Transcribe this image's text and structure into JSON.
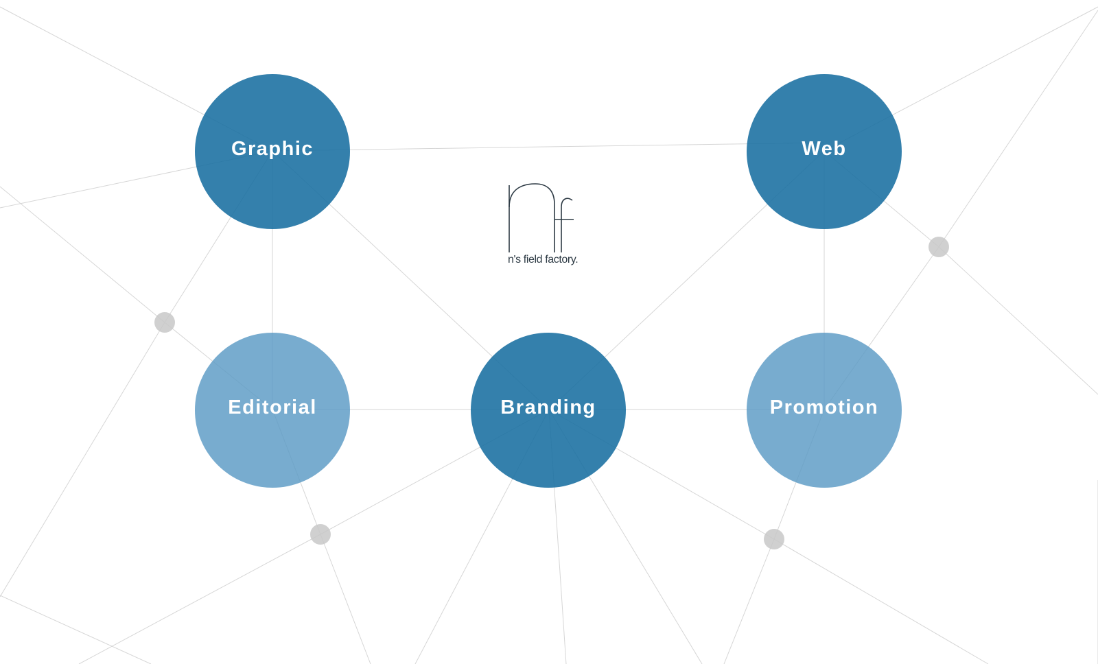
{
  "brand": {
    "name": "n's field factory."
  },
  "colors": {
    "dark_circle": "#1f73a6",
    "light_circle": "#6aa5cc",
    "line": "#d6d6d6",
    "dot": "#c8c8c8",
    "logo": "#2d3a44"
  },
  "nav": {
    "items": [
      {
        "id": "graphic",
        "label": "Graphic",
        "style": "dark"
      },
      {
        "id": "web",
        "label": "Web",
        "style": "dark"
      },
      {
        "id": "editorial",
        "label": "Editorial",
        "style": "light"
      },
      {
        "id": "branding",
        "label": "Branding",
        "style": "dark"
      },
      {
        "id": "promotion",
        "label": "Promotion",
        "style": "light"
      }
    ]
  }
}
